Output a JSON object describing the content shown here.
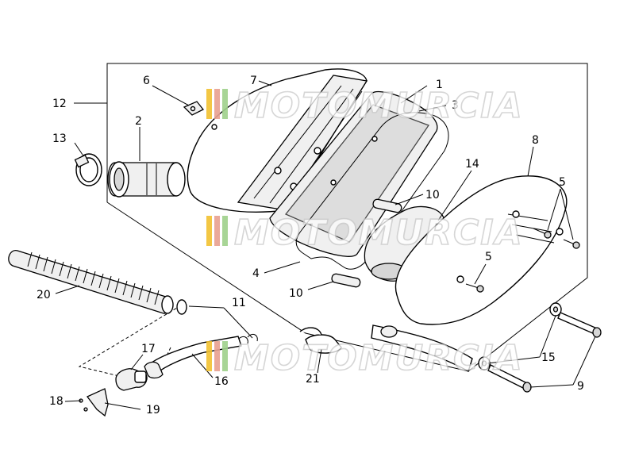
{
  "callouts": [
    {
      "id": "c1",
      "text": "1"
    },
    {
      "id": "c2",
      "text": "2"
    },
    {
      "id": "c3",
      "text": "3"
    },
    {
      "id": "c4",
      "text": "4"
    },
    {
      "id": "c5a",
      "text": "5"
    },
    {
      "id": "c5b",
      "text": "5"
    },
    {
      "id": "c6",
      "text": "6"
    },
    {
      "id": "c7",
      "text": "7"
    },
    {
      "id": "c8",
      "text": "8"
    },
    {
      "id": "c9",
      "text": "9"
    },
    {
      "id": "c10a",
      "text": "10"
    },
    {
      "id": "c10b",
      "text": "10"
    },
    {
      "id": "c11",
      "text": "11"
    },
    {
      "id": "c12",
      "text": "12"
    },
    {
      "id": "c13",
      "text": "13"
    },
    {
      "id": "c14",
      "text": "14"
    },
    {
      "id": "c15",
      "text": "15"
    },
    {
      "id": "c16",
      "text": "16"
    },
    {
      "id": "c17",
      "text": "17"
    },
    {
      "id": "c18",
      "text": "18"
    },
    {
      "id": "c19",
      "text": "19"
    },
    {
      "id": "c20",
      "text": "20"
    },
    {
      "id": "c21",
      "text": "21"
    }
  ],
  "watermark": {
    "text": "MOTOMURCIA",
    "stripe_colors": [
      "#f2c230",
      "#e8a090",
      "#9fd18b"
    ]
  }
}
